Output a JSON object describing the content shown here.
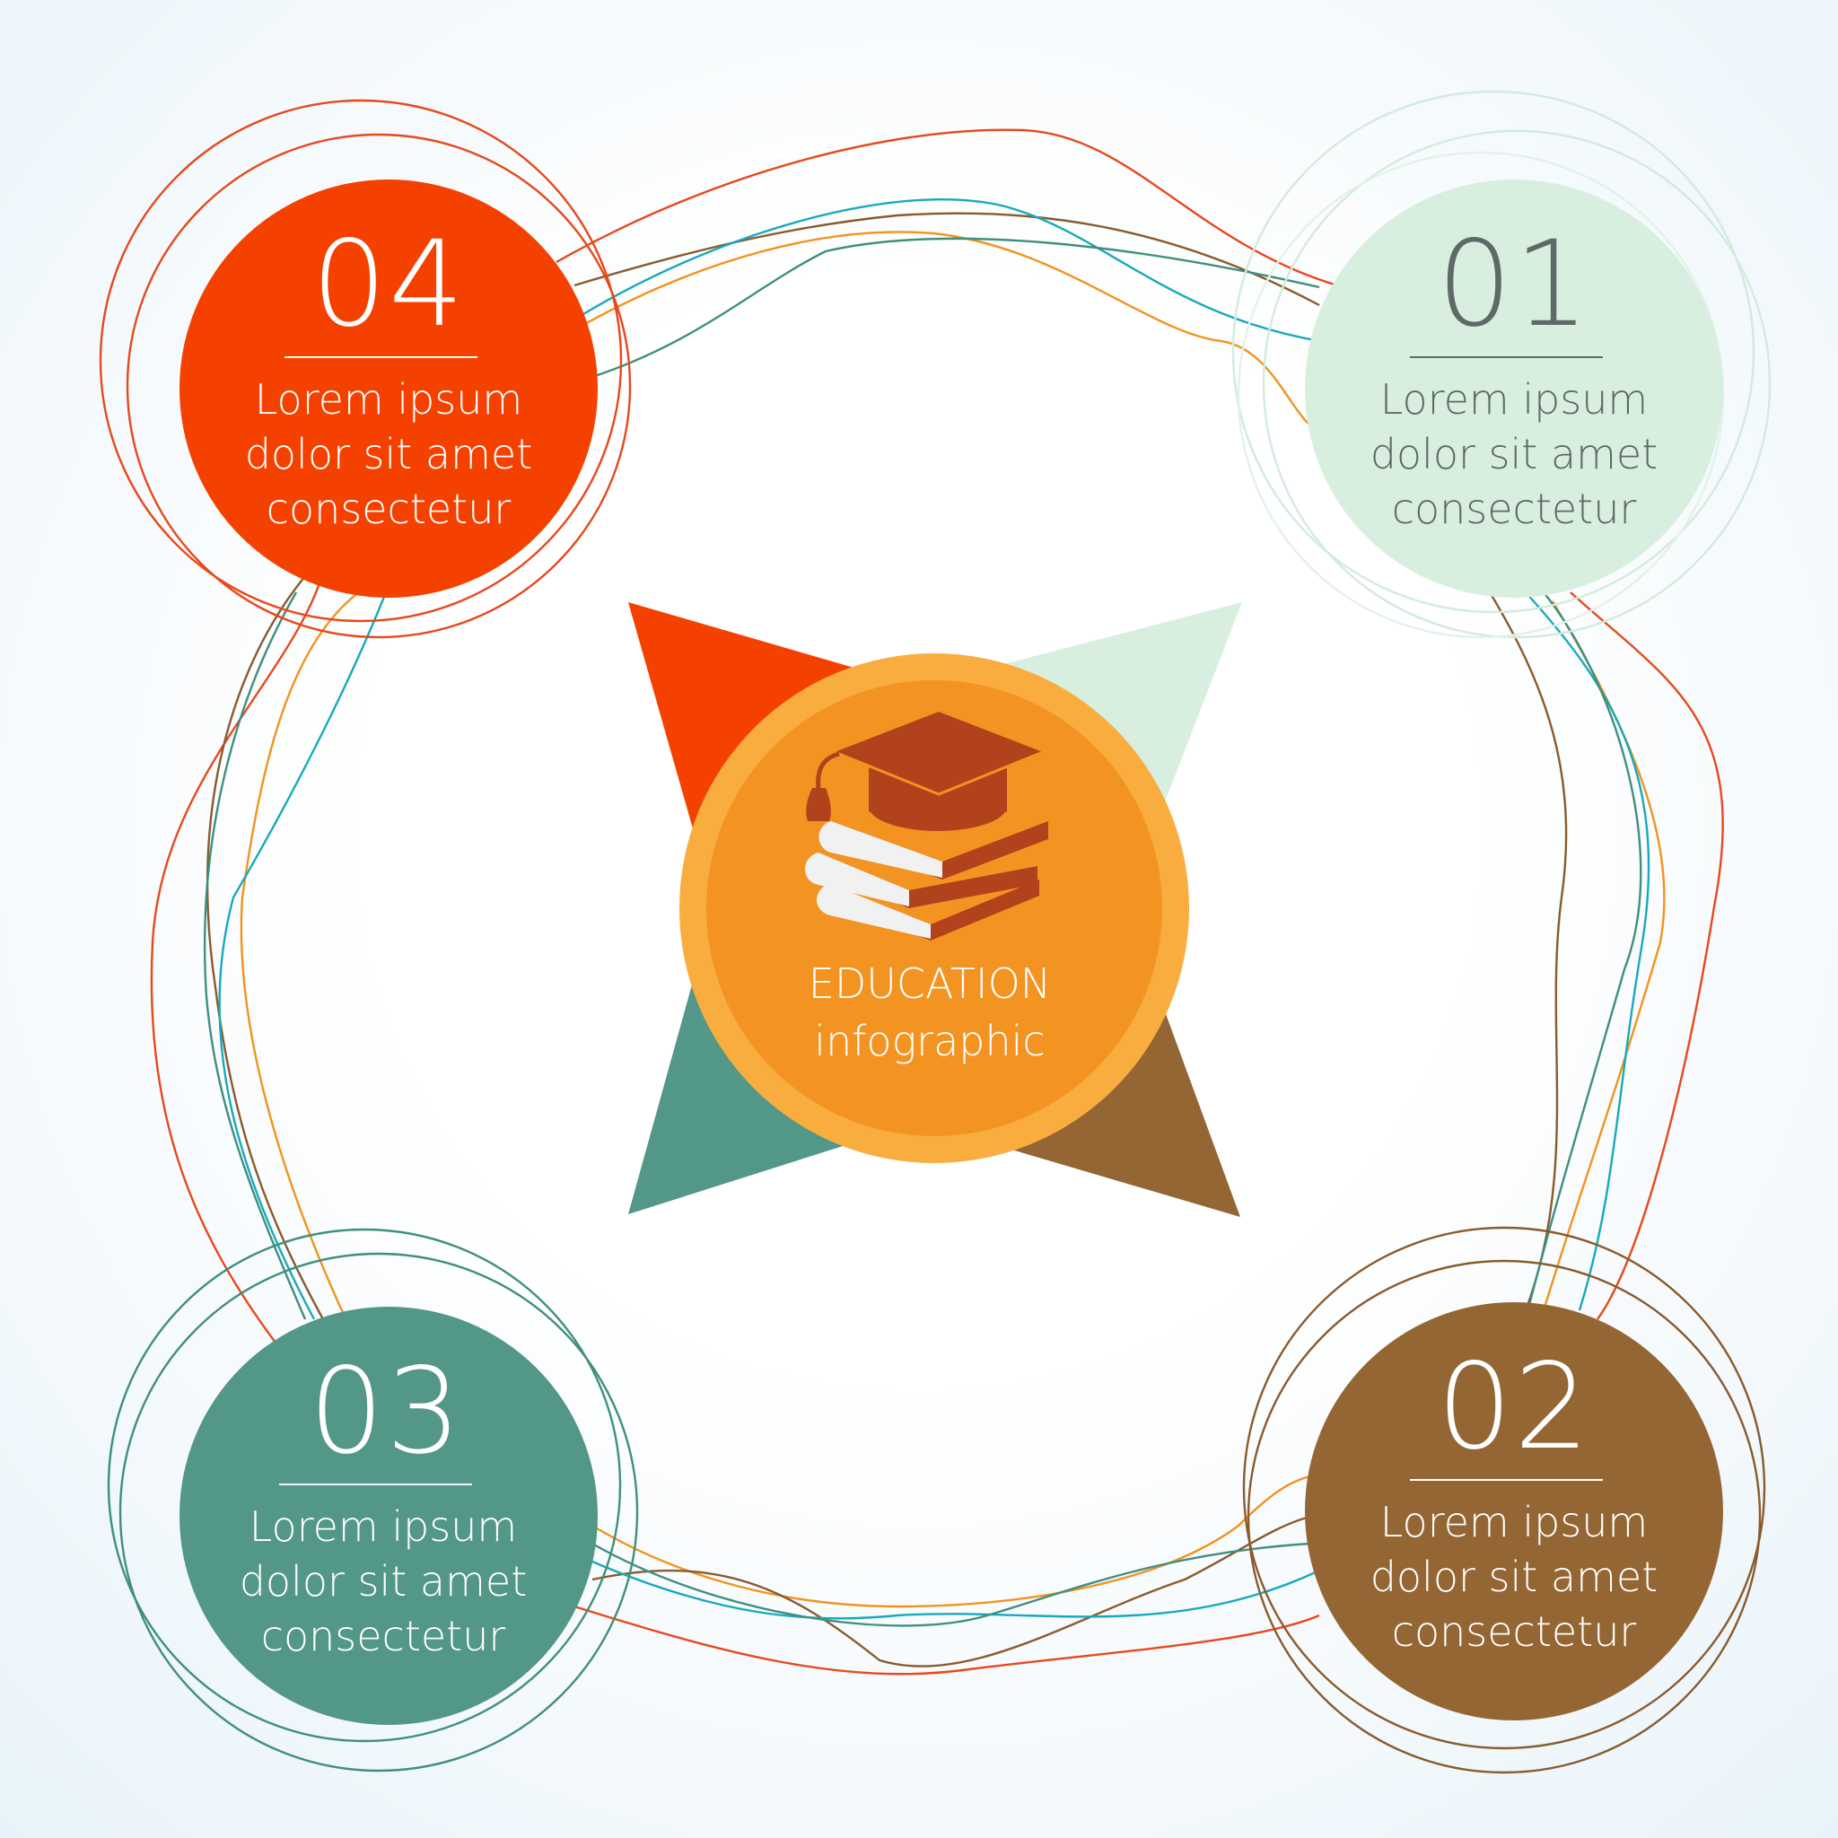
{
  "center": {
    "title_line1": "EDUCATION",
    "title_line2": "infographic",
    "icon": "graduation-cap-books-icon"
  },
  "items": [
    {
      "number": "01",
      "line1": "Lorem ipsum",
      "line2": "dolor sit amet",
      "line3": "consectetur"
    },
    {
      "number": "02",
      "line1": "Lorem ipsum",
      "line2": "dolor sit amet",
      "line3": "consectetur"
    },
    {
      "number": "03",
      "line1": "Lorem ipsum",
      "line2": "dolor sit amet",
      "line3": "consectetur"
    },
    {
      "number": "04",
      "line1": "Lorem ipsum",
      "line2": "dolor sit amet",
      "line3": "consectetur"
    }
  ],
  "colors": {
    "item_01": "#d8efe0",
    "item_02": "#946634",
    "item_03": "#529787",
    "item_04": "#f54100",
    "center_outer": "#f9ad3f",
    "center_inner": "#f39322",
    "cap": "#b2421c",
    "wire_red": "#e8481c",
    "wire_orange": "#f2931e",
    "wire_teal": "#18a9bd",
    "wire_green": "#3f8f7f",
    "wire_brown": "#8a5a2c"
  }
}
